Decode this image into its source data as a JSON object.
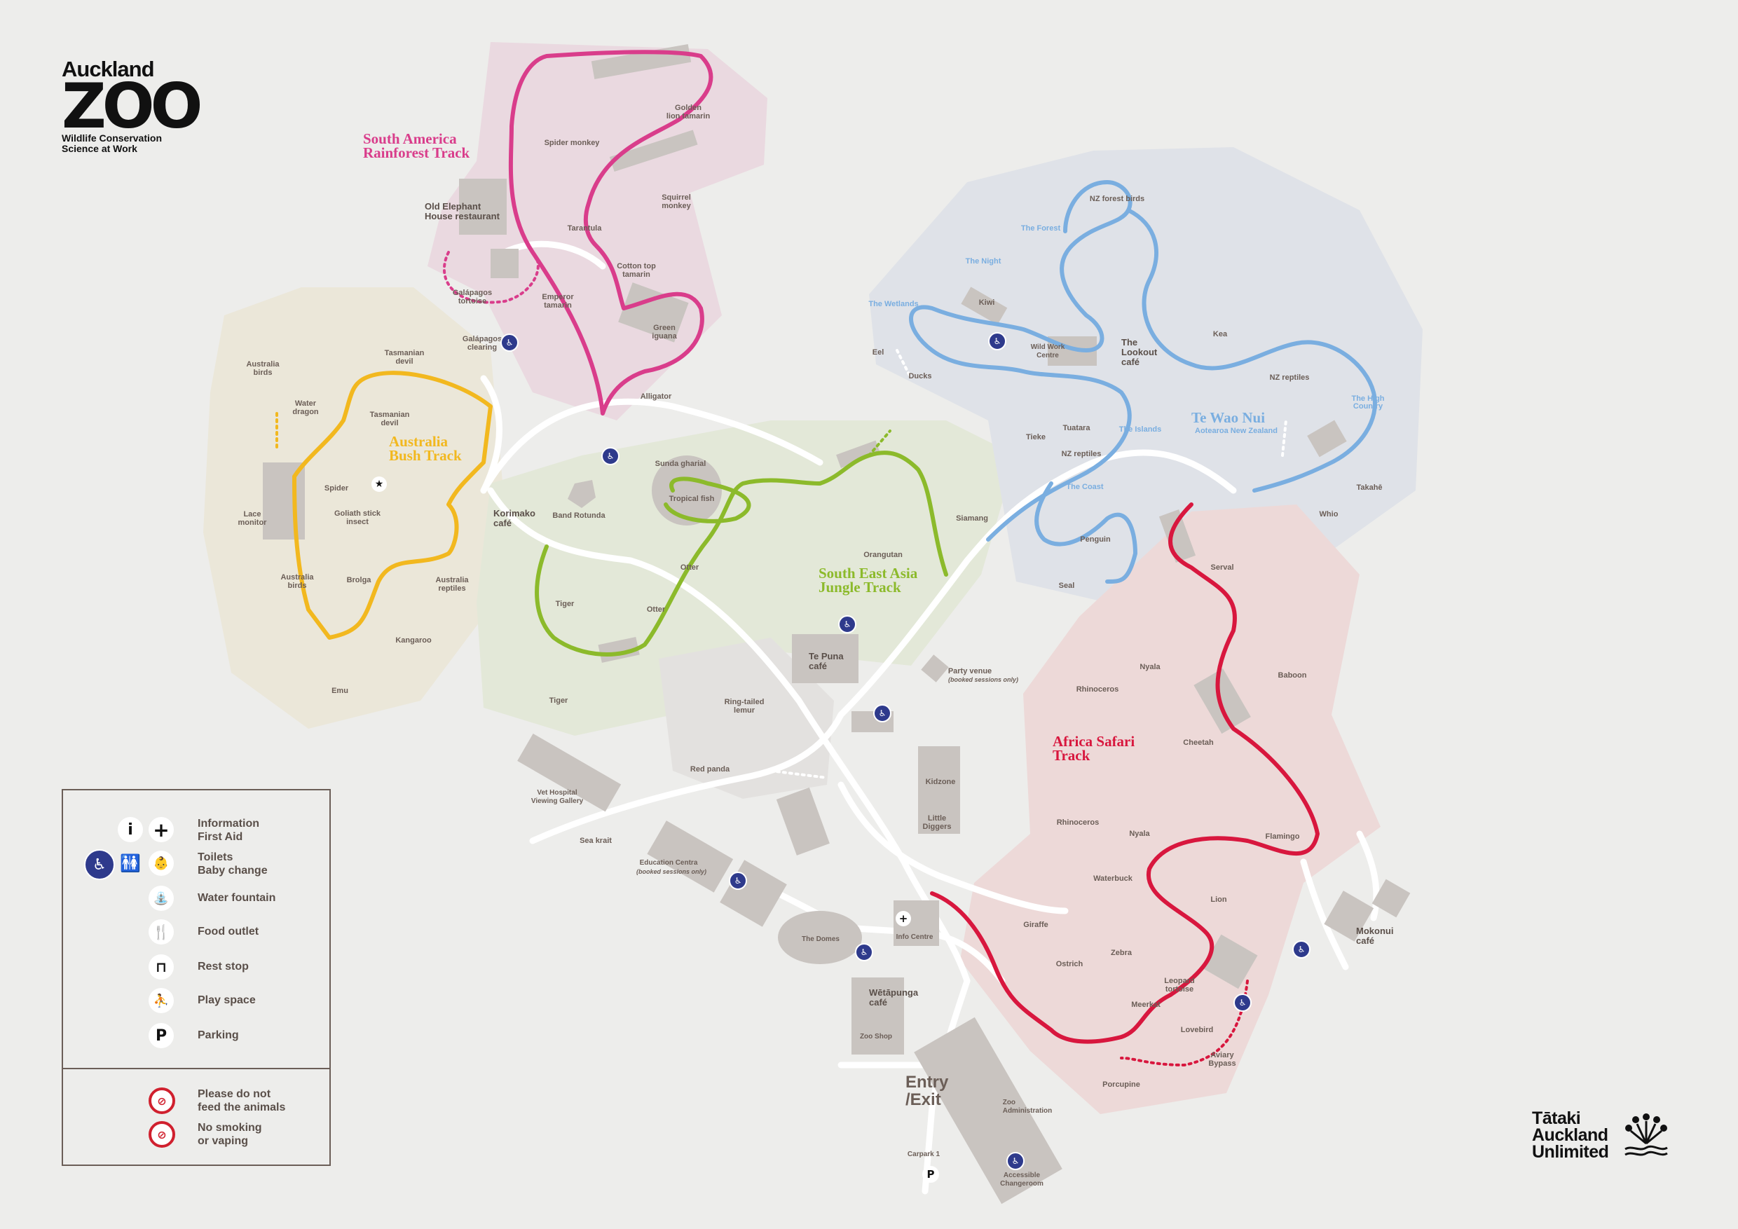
{
  "logo": {
    "line1": "Auckland",
    "line2": "ZOO",
    "tagline": "Wildlife Conservation\nScience at Work"
  },
  "colors": {
    "south_america": "#d93d8b",
    "australia": "#f2b81f",
    "south_east_asia": "#8cba2b",
    "te_wao_nui": "#7aaee0",
    "africa": "#d8173e",
    "path": "#ffffff",
    "building": "#c9c4c0"
  },
  "tracks": [
    {
      "id": "south-america",
      "label": "South America\nRainforest Track",
      "color": "#d93d8b"
    },
    {
      "id": "australia",
      "label": "Australia\nBush Track",
      "color": "#f2b81f"
    },
    {
      "id": "south-east-asia",
      "label": "South East Asia\nJungle Track",
      "color": "#8cba2b"
    },
    {
      "id": "africa",
      "label": "Africa Safari\nTrack",
      "color": "#d8173e"
    },
    {
      "id": "te-wao-nui",
      "label": "Te Wao Nui",
      "sublabel": "Aotearoa New Zealand",
      "color": "#7aaee0"
    }
  ],
  "nz_zones": [
    "The Forest",
    "The Night",
    "The Wetlands",
    "The Islands",
    "The Coast",
    "The High\nCountry"
  ],
  "animals": [
    "Golden\nlion tamarin",
    "Spider monkey",
    "Squirrel\nmonkey",
    "Tarantula",
    "Cotton top\ntamarin",
    "Galápagos\ntortoise",
    "Emperor\ntamarin",
    "Green\niguana",
    "Galápagos\nclearing",
    "Alligator",
    "Tasmanian\ndevil",
    "Australia\nbirds",
    "Water\ndragon",
    "Tasmanian\ndevil",
    "Spider",
    "Lace\nmonitor",
    "Goliath stick\ninsect",
    "Australia\nbirds",
    "Brolga",
    "Australia\nreptiles",
    "Kangaroo",
    "Emu",
    "Sunda gharial",
    "Tropical fish",
    "Otter",
    "Otter",
    "Tiger",
    "Tiger",
    "Orangutan",
    "Siamang",
    "Ring-tailed\nlemur",
    "Red panda",
    "Sea krait",
    "NZ forest birds",
    "Kiwi",
    "Eel",
    "Ducks",
    "Kea",
    "NZ reptiles",
    "Tieke",
    "Tuatara",
    "NZ reptiles",
    "Takahē",
    "Whio",
    "Penguin",
    "Seal",
    "Serval",
    "Nyala",
    "Rhinoceros",
    "Baboon",
    "Cheetah",
    "Rhinoceros",
    "Nyala",
    "Flamingo",
    "Waterbuck",
    "Giraffe",
    "Lion",
    "Ostrich",
    "Zebra",
    "Leopard\ntortoise",
    "Meerkat",
    "Lovebird",
    "Aviary\nBypass",
    "Porcupine"
  ],
  "venues": [
    "Old Elephant\nHouse restaurant",
    "Korimako\ncafé",
    "Band Rotunda",
    "Te Puna\ncafé",
    "Party venue",
    "(booked sessions only)",
    "Wild Work\nCentre",
    "The\nLookout\ncafé",
    "Kidzone",
    "Little\nDiggers",
    "Vet Hospital\nViewing Gallery",
    "Education Centra",
    "(booked sessions only)",
    "The Domes",
    "Info Centre",
    "Wētāpunga\ncafé",
    "Zoo Shop",
    "Mokonui\ncafé",
    "Zoo\nAdministration",
    "Carpark 1",
    "Accessible\nChangeroom"
  ],
  "entry": "Entry\n/Exit",
  "legend": {
    "items": [
      {
        "icons": [
          "i",
          "+"
        ],
        "text": "Information\nFirst Aid"
      },
      {
        "icons": [
          "accessible",
          "toilets",
          "baby"
        ],
        "text": "Toilets\nBaby change"
      },
      {
        "icons": [
          "fountain"
        ],
        "text": "Water fountain"
      },
      {
        "icons": [
          "food"
        ],
        "text": "Food outlet"
      },
      {
        "icons": [
          "rest"
        ],
        "text": "Rest stop"
      },
      {
        "icons": [
          "play"
        ],
        "text": "Play space"
      },
      {
        "icons": [
          "P"
        ],
        "text": "Parking"
      }
    ],
    "rules": [
      {
        "icon": "no-feeding",
        "text": "Please do not\nfeed the animals"
      },
      {
        "icon": "no-smoking",
        "text": "No smoking\nor vaping"
      }
    ]
  },
  "partner": {
    "line": "Tātaki\nAuckland\nUnlimited"
  }
}
